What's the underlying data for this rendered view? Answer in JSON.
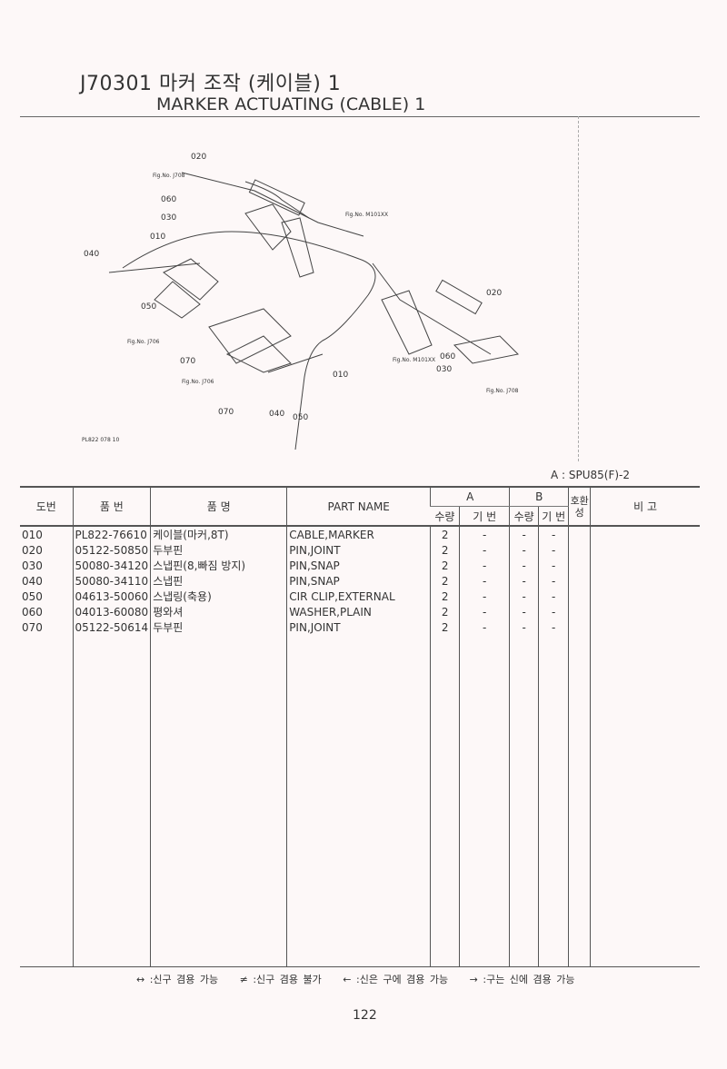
{
  "header": {
    "code_title": "J70301 마커 조작 (케이블) 1",
    "english_title": "MARKER ACTUATING (CABLE) 1"
  },
  "diagram": {
    "labels": [
      "020",
      "060",
      "030",
      "010",
      "040",
      "050",
      "070",
      "010",
      "040",
      "050",
      "070",
      "020",
      "060",
      "030"
    ],
    "fig_refs": [
      "Fig.No. J708",
      "Fig.No. M101XX",
      "Fig.No. J706",
      "Fig.No. J706",
      "Fig.No. M101XX",
      "Fig.No. J708"
    ],
    "drawing_id": "PL822 078 10"
  },
  "model_code": "A : SPU85(F)-2",
  "table": {
    "headers": {
      "ref": "도번",
      "part_no": "품 번",
      "part_name_kr": "품 명",
      "part_name": "PART NAME",
      "a": "A",
      "b": "B",
      "qty": "수량",
      "machine_no": "기 번",
      "compat": "호환성",
      "remarks": "비 고"
    },
    "rows": [
      {
        "ref": "010",
        "part_no": "PL822-76610",
        "name_kr": "케이블(마커,8T)",
        "name": "CABLE,MARKER",
        "a_qty": "2",
        "a_no": "-",
        "b_qty": "-",
        "b_no": "-"
      },
      {
        "ref": "020",
        "part_no": "05122-50850",
        "name_kr": "두부핀",
        "name": "PIN,JOINT",
        "a_qty": "2",
        "a_no": "-",
        "b_qty": "-",
        "b_no": "-"
      },
      {
        "ref": "030",
        "part_no": "50080-34120",
        "name_kr": "스냅핀(8,빠짐 방지)",
        "name": "PIN,SNAP",
        "a_qty": "2",
        "a_no": "-",
        "b_qty": "-",
        "b_no": "-"
      },
      {
        "ref": "040",
        "part_no": "50080-34110",
        "name_kr": "스냅핀",
        "name": "PIN,SNAP",
        "a_qty": "2",
        "a_no": "-",
        "b_qty": "-",
        "b_no": "-"
      },
      {
        "ref": "050",
        "part_no": "04613-50060",
        "name_kr": "스냅링(축용)",
        "name": "CIR CLIP,EXTERNAL",
        "a_qty": "2",
        "a_no": "-",
        "b_qty": "-",
        "b_no": "-"
      },
      {
        "ref": "060",
        "part_no": "04013-60080",
        "name_kr": "평와셔",
        "name": "WASHER,PLAIN",
        "a_qty": "2",
        "a_no": "-",
        "b_qty": "-",
        "b_no": "-"
      },
      {
        "ref": "070",
        "part_no": "05122-50614",
        "name_kr": "두부핀",
        "name": "PIN,JOINT",
        "a_qty": "2",
        "a_no": "-",
        "b_qty": "-",
        "b_no": "-"
      }
    ]
  },
  "legend": [
    "↔ :신구 겸용 가능",
    "≠ :신구 겸용 불가",
    "← :신은 구에 겸용 가능",
    "→ :구는 신에 겸용 가능"
  ],
  "page_number": "122"
}
